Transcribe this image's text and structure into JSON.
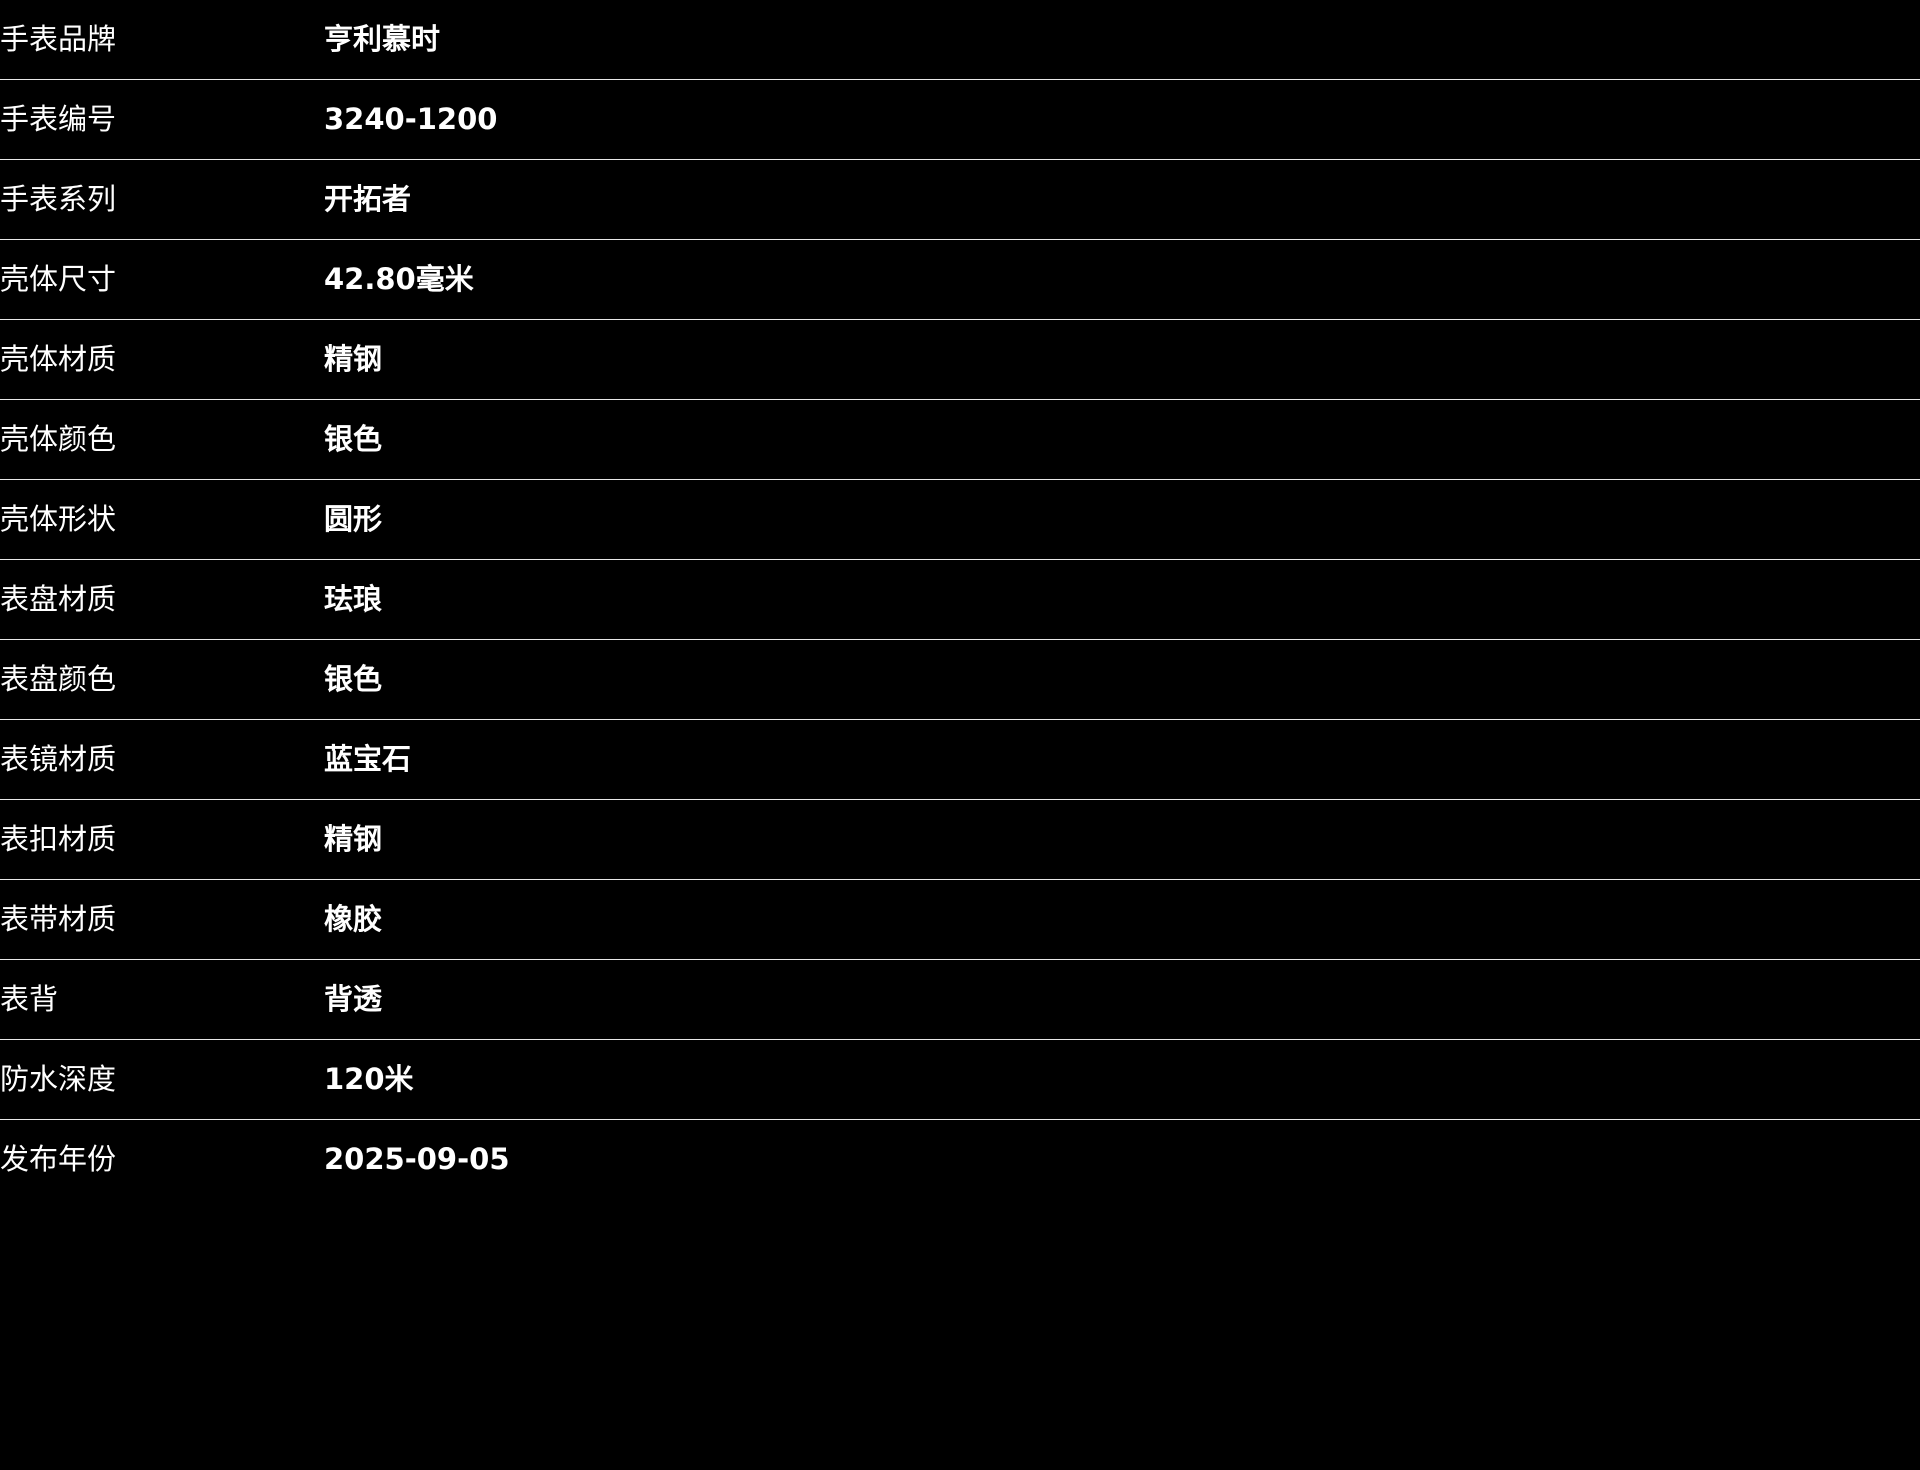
{
  "theme": {
    "background": "#000000",
    "text_color": "#ffffff",
    "separator_color": "#e8e8e8"
  },
  "spec_table": {
    "rows": [
      {
        "label": "手表品牌",
        "value": "亨利慕时"
      },
      {
        "label": "手表编号",
        "value": "3240-1200"
      },
      {
        "label": "手表系列",
        "value": "开拓者"
      },
      {
        "label": "壳体尺寸",
        "value": "42.80毫米"
      },
      {
        "label": "壳体材质",
        "value": "精钢"
      },
      {
        "label": "壳体颜色",
        "value": "银色"
      },
      {
        "label": "壳体形状",
        "value": "圆形"
      },
      {
        "label": "表盘材质",
        "value": "珐琅"
      },
      {
        "label": "表盘颜色",
        "value": "银色"
      },
      {
        "label": "表镜材质",
        "value": "蓝宝石"
      },
      {
        "label": "表扣材质",
        "value": "精钢"
      },
      {
        "label": "表带材质",
        "value": "橡胶"
      },
      {
        "label": "表背",
        "value": "背透"
      },
      {
        "label": "防水深度",
        "value": "120米"
      },
      {
        "label": "发布年份",
        "value": "2025-09-05"
      }
    ]
  }
}
